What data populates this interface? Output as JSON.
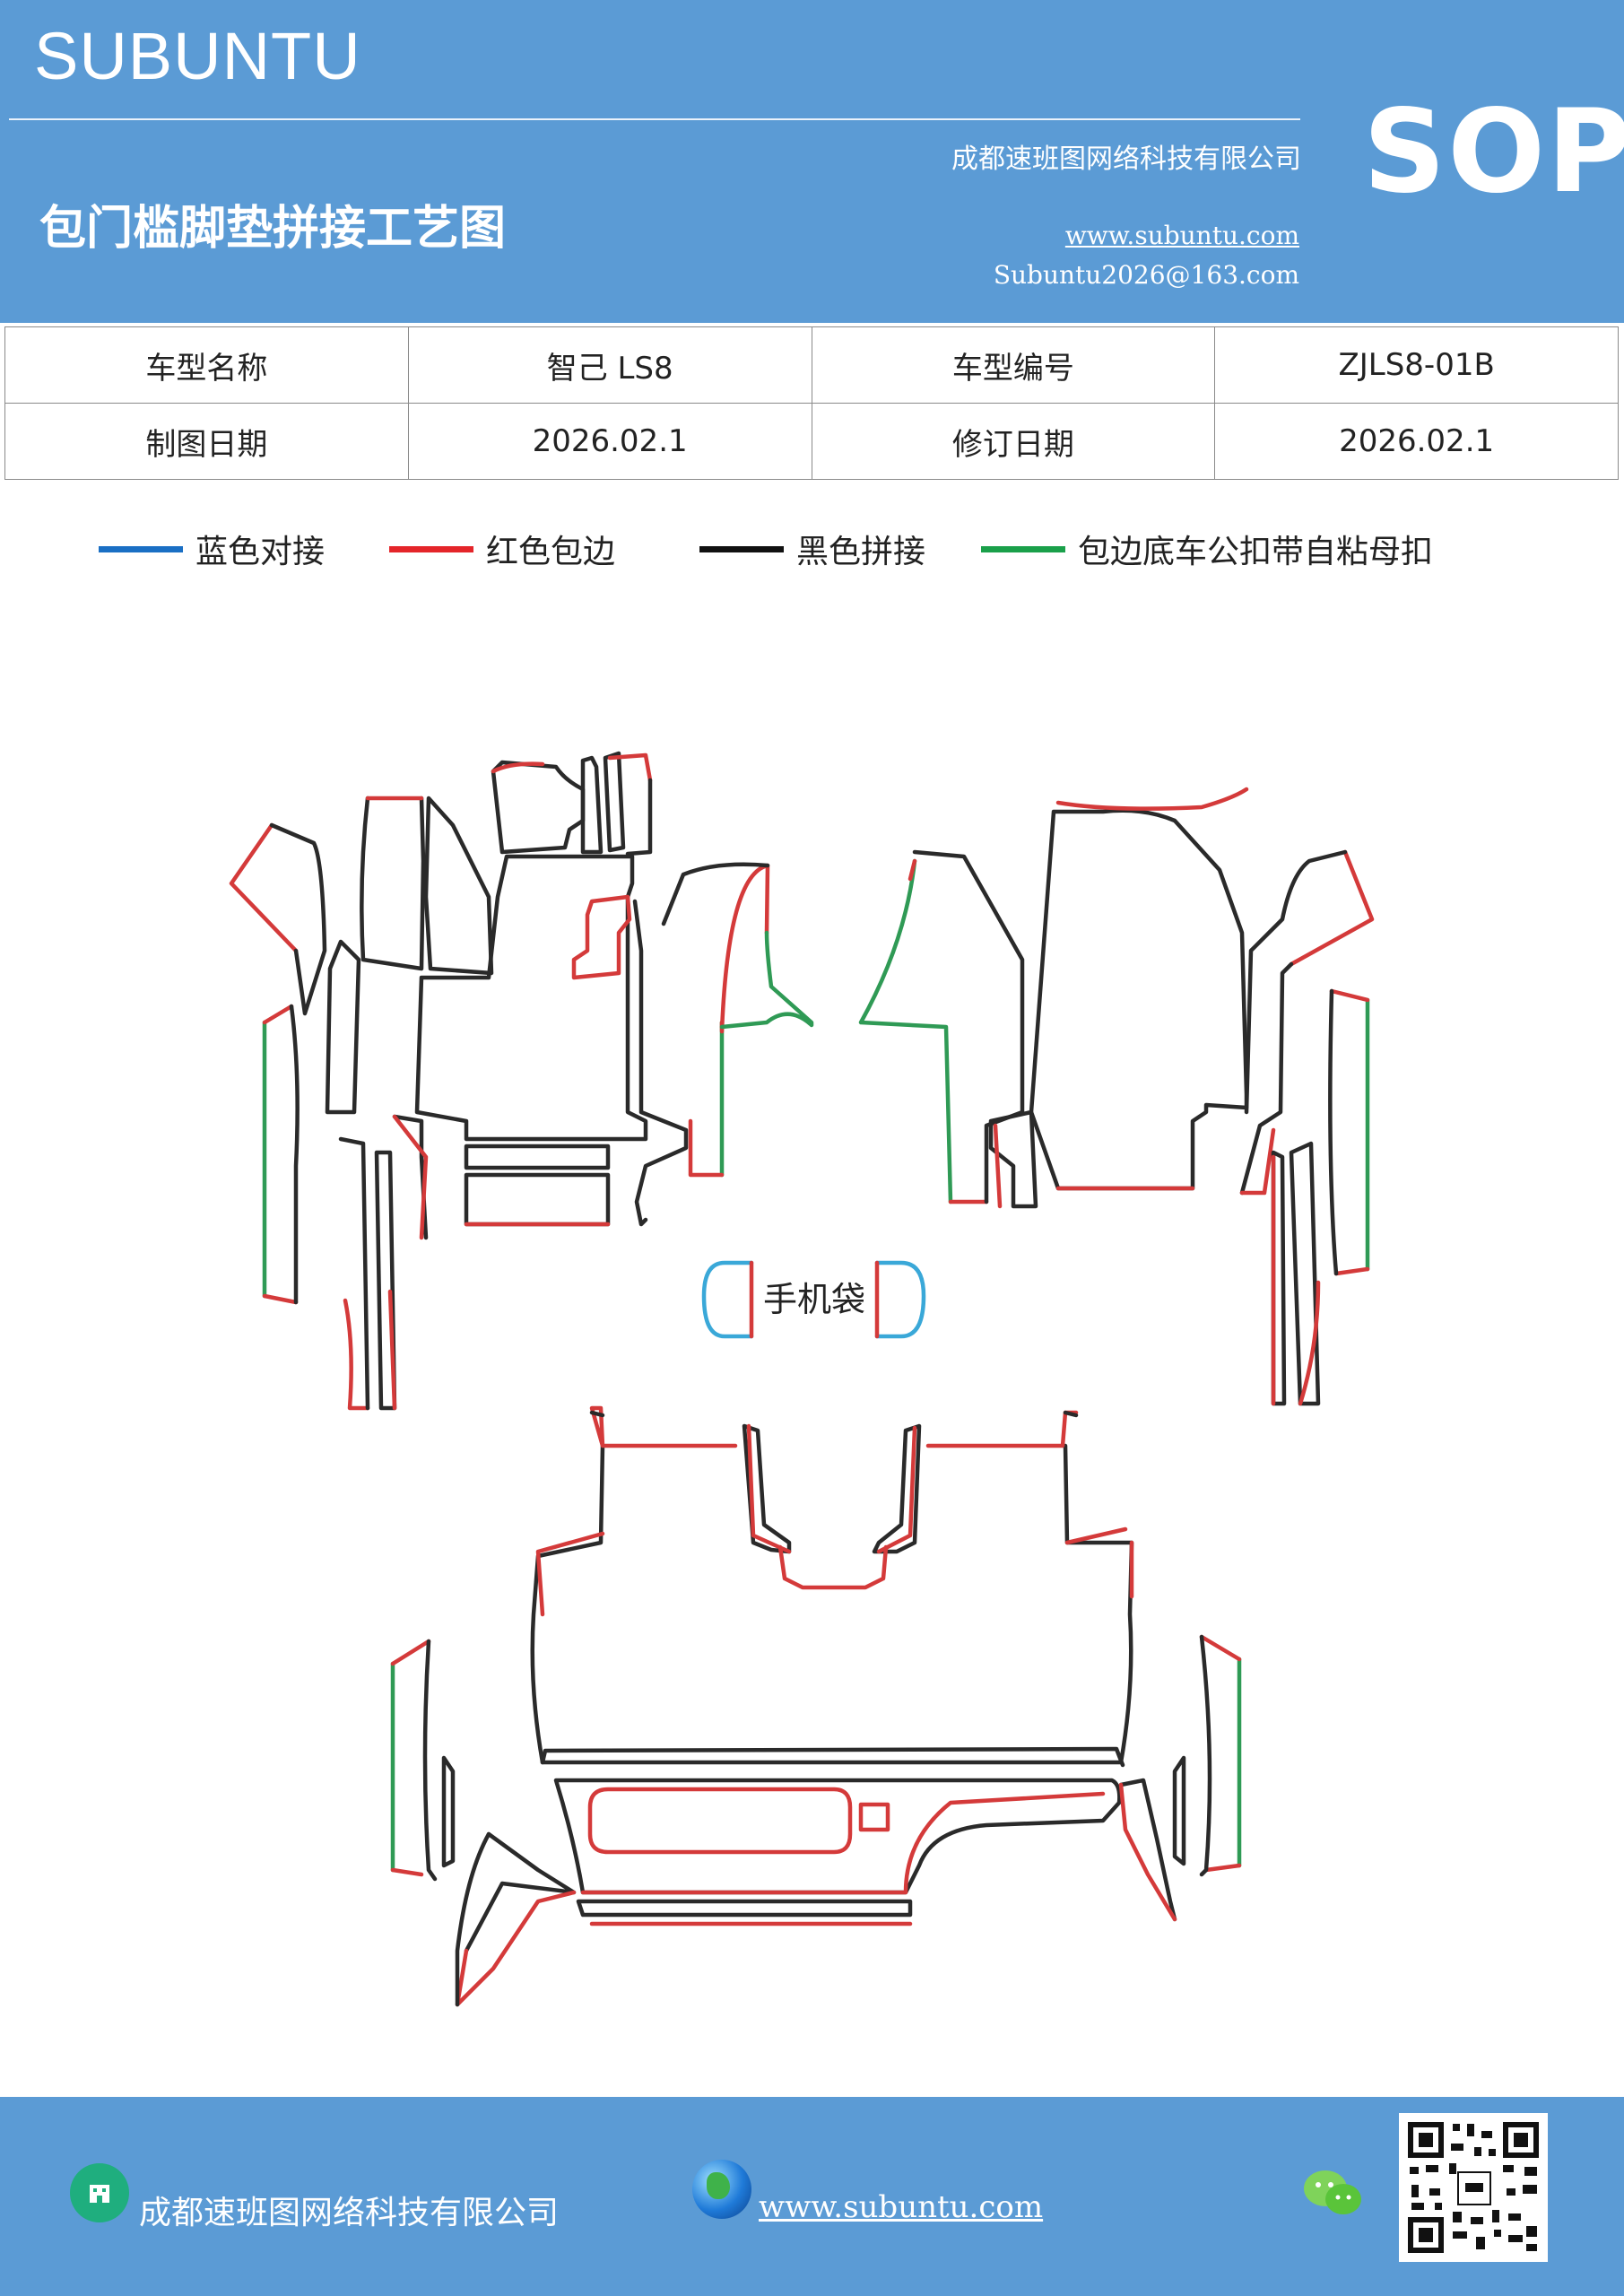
{
  "header": {
    "brand": "SUBUNTU",
    "sop": "SOP",
    "company": "成都速班图网络科技有限公司",
    "title": "包门槛脚垫拼接工艺图",
    "website": "www.subuntu.com",
    "email": "Subuntu2026@163.com"
  },
  "info_table": {
    "model_name_label": "车型名称",
    "model_name_value": "智己 LS8",
    "model_code_label": "车型编号",
    "model_code_value": "ZJLS8-01B",
    "draw_date_label": "制图日期",
    "draw_date_value": "2026.02.1",
    "revise_date_label": "修订日期",
    "revise_date_value": "2026.02.1"
  },
  "legend": [
    {
      "label": "蓝色对接",
      "color": "#1a6fc4"
    },
    {
      "label": "红色包边",
      "color": "#e4252a"
    },
    {
      "label": "黑色拼接",
      "color": "#111111"
    },
    {
      "label": "包边底车公扣带自粘母扣",
      "color": "#1aa04a"
    }
  ],
  "diagram": {
    "phone_bag_label": "手机袋",
    "colors": {
      "black": "#2a2a2a",
      "red": "#d43a3a",
      "green": "#2f9a55",
      "blue": "#3aa8d8"
    }
  },
  "footer": {
    "company": "成都速班图网络科技有限公司",
    "website": "www.subuntu.com",
    "icons": [
      "building-icon",
      "globe-icon",
      "wechat-icon",
      "qr-code"
    ]
  }
}
